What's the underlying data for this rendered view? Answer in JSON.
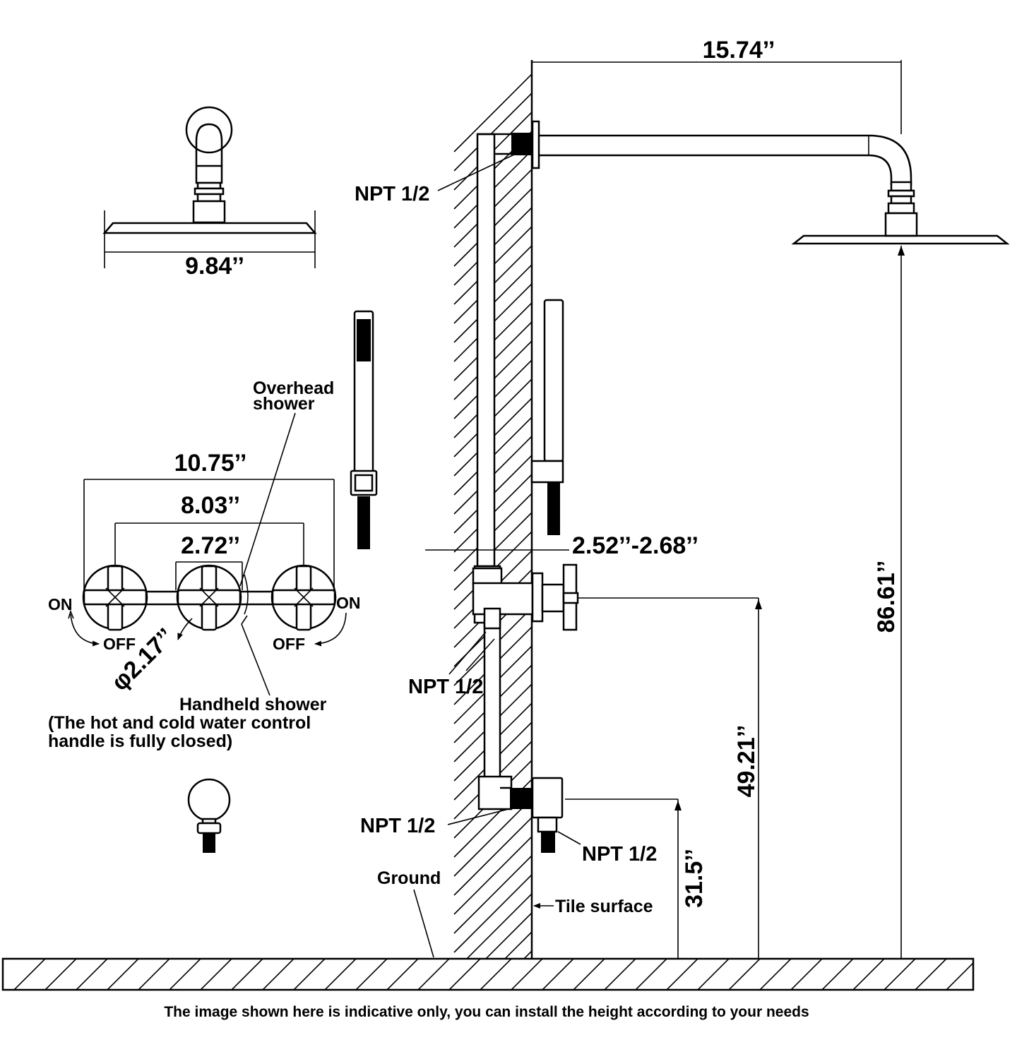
{
  "dimensions": {
    "arm_reach": "15.74’’",
    "head_diameter": "9.84’’",
    "valve_total_width": "10.75’’",
    "handle_spacing": "8.03’’",
    "center_width": "2.72’’",
    "handle_diameter": "φ2.17’’",
    "wall_depth": "2.52’’-2.68’’",
    "shower_head_height": "86.61’’",
    "valve_height": "49.21’’",
    "outlet_height": "31.5’’"
  },
  "labels": {
    "npt_top": "NPT 1/2",
    "npt_middle": "NPT 1/2",
    "npt_bottom_left": "NPT 1/2",
    "npt_bottom_right": "NPT 1/2",
    "overhead_shower_line1": "Overhead",
    "overhead_shower_line2": "shower",
    "handheld_shower": "Handheld shower",
    "handle_note_line1": "(The hot and cold water control",
    "handle_note_line2": "handle is fully closed)",
    "on_left": "ON",
    "off_left": "OFF",
    "on_right": "ON",
    "off_right": "OFF",
    "ground": "Ground",
    "tile_surface": "Tile surface"
  },
  "footer_note": "The image shown here is indicative only, you can install the height according to your needs"
}
